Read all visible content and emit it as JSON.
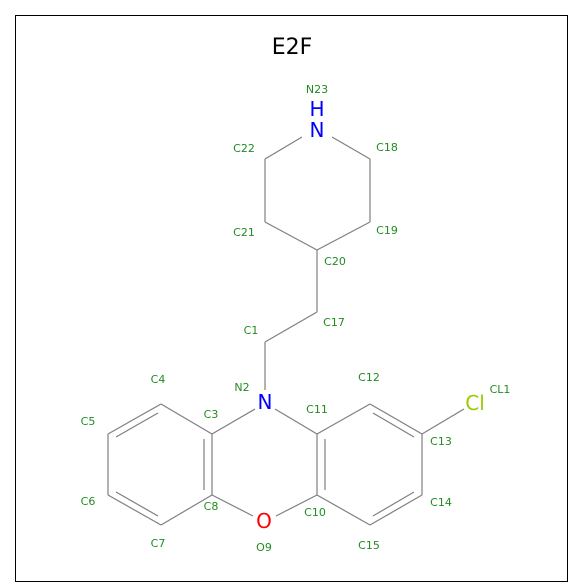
{
  "title": "E2F",
  "colors": {
    "label": "#228b22",
    "nitrogen": "#0000ff",
    "oxygen": "#ff0000",
    "chlorine": "#99cc00",
    "bond": "#7f7f7f"
  },
  "atoms": {
    "n23": {
      "symbol": "H\nN",
      "label": "N23"
    },
    "c22": {
      "label": "C22"
    },
    "c18": {
      "label": "C18"
    },
    "c21": {
      "label": "C21"
    },
    "c19": {
      "label": "C19"
    },
    "c20": {
      "label": "C20"
    },
    "c1": {
      "label": "C1"
    },
    "c17": {
      "label": "C17"
    },
    "n2": {
      "symbol": "N",
      "label": "N2"
    },
    "c4": {
      "label": "C4"
    },
    "c12": {
      "label": "C12"
    },
    "cl1": {
      "symbol": "Cl",
      "label": "CL1"
    },
    "c3": {
      "label": "C3"
    },
    "c11": {
      "label": "C11"
    },
    "c5": {
      "label": "C5"
    },
    "c13": {
      "label": "C13"
    },
    "c6": {
      "label": "C6"
    },
    "c8": {
      "label": "C8"
    },
    "c10": {
      "label": "C10"
    },
    "c14": {
      "label": "C14"
    },
    "o9": {
      "symbol": "O",
      "label": "O9"
    },
    "c7": {
      "label": "C7"
    },
    "c15": {
      "label": "C15"
    }
  }
}
